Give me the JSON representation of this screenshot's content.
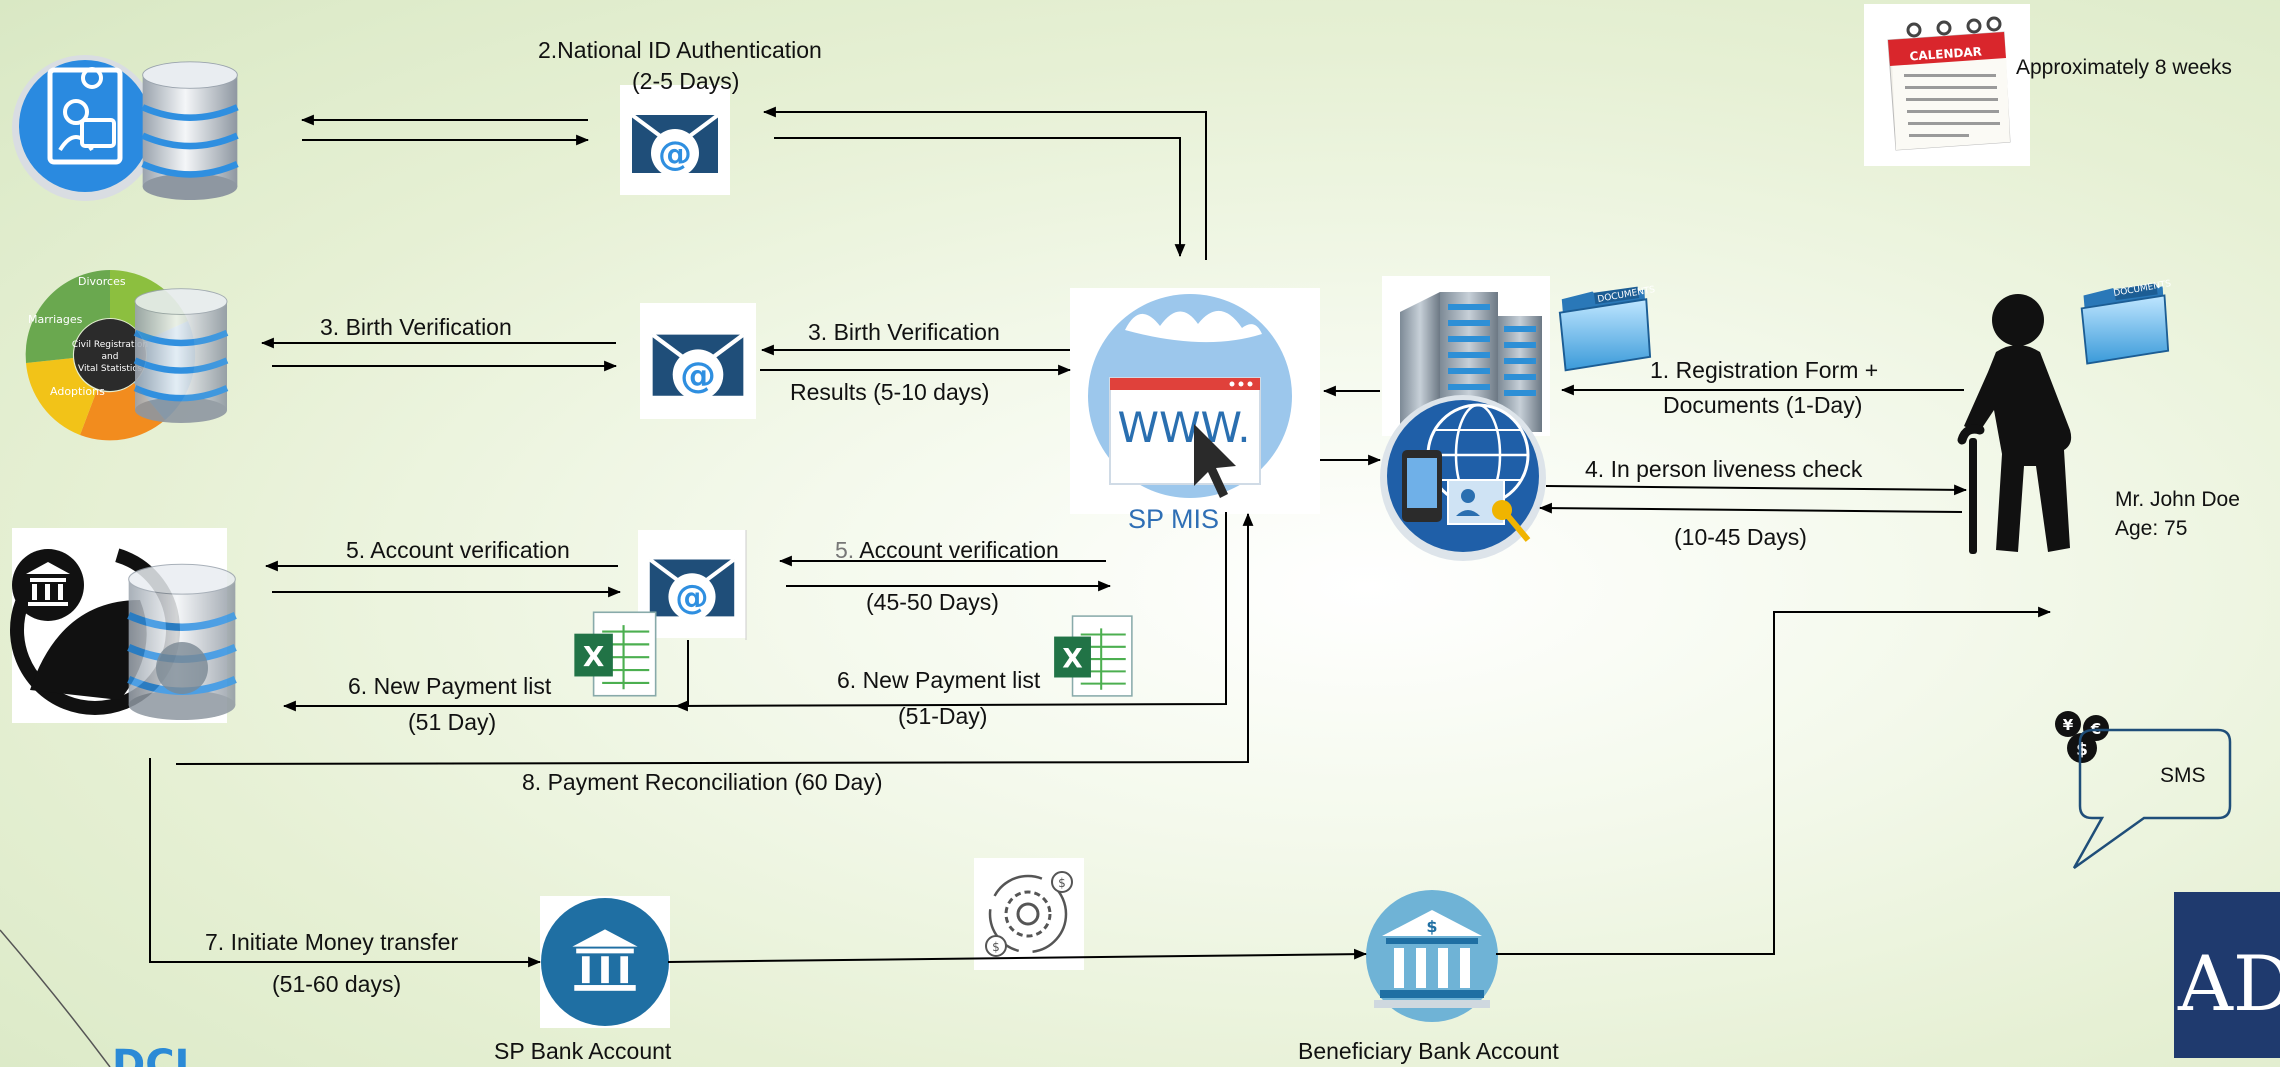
{
  "steps": {
    "s1_line1": "1. Registration Form +",
    "s1_line2": "Documents (1-Day)",
    "s2_line1": "2.National ID Authentication",
    "s2_line2": "(2-5 Days)",
    "s3_left": "3. Birth Verification",
    "s3_right": "3. Birth Verification",
    "s3_results": "Results (5-10 days)",
    "s4_line1": "4. In person liveness check",
    "s4_line2": "(10-45 Days)",
    "s5_left": "5. Account verification",
    "s5_right_num": "5.",
    "s5_right_text": " Account verification",
    "s5_duration": "(45-50 Days)",
    "s6_left": "6. New Payment list",
    "s6_left_duration": "(51 Day)",
    "s6_right": "6. New Payment list",
    "s6_right_duration": "(51-Day)",
    "s7_line1": "7. Initiate Money transfer",
    "s7_line2": "(51-60 days)",
    "s8": "8. Payment Reconciliation (60 Day)"
  },
  "nodes": {
    "sp_mis": "SP MIS",
    "sp_bank": "SP Bank Account",
    "beneficiary_bank": "Beneficiary  Bank Account",
    "person_name": "Mr. John Doe",
    "person_age": "Age: 75",
    "sms": "SMS",
    "calendar_note": "Approximately 8 weeks",
    "calendar_header": "CALENDAR",
    "documents_label": "DOCUMENTS",
    "www_label": "WWW.",
    "corner_logo": "AD",
    "corner_text": "DCI",
    "registry_center_line1": "Civil Registration",
    "registry_center_line2": "and",
    "registry_center_line3": "Vital Statistics",
    "registry_seg_top": "Divorces",
    "registry_seg_left": "Marriages",
    "registry_seg_bottom": "Adoptions"
  },
  "colors": {
    "arrow": "#000000",
    "sp_mis_text": "#2f6fb5",
    "mail_icon": "#1f4e79",
    "bank_icon": "#1f6fa3",
    "sms_border": "#1f4e79",
    "corner_box": "#1f3a6e",
    "excel_green": "#217346",
    "calendar_red": "#d9262c"
  },
  "icons": [
    "identity-database-icon",
    "registry-wheel-icon",
    "global-bank-database-icon",
    "email-icon",
    "excel-icon",
    "web-browser-icon",
    "office-building-icon",
    "globe-mobile-icon",
    "documents-folder-icon",
    "elderly-person-icon",
    "calendar-icon",
    "currency-icon",
    "sms-bubble-icon",
    "bank-icon",
    "gear-money-icon"
  ]
}
